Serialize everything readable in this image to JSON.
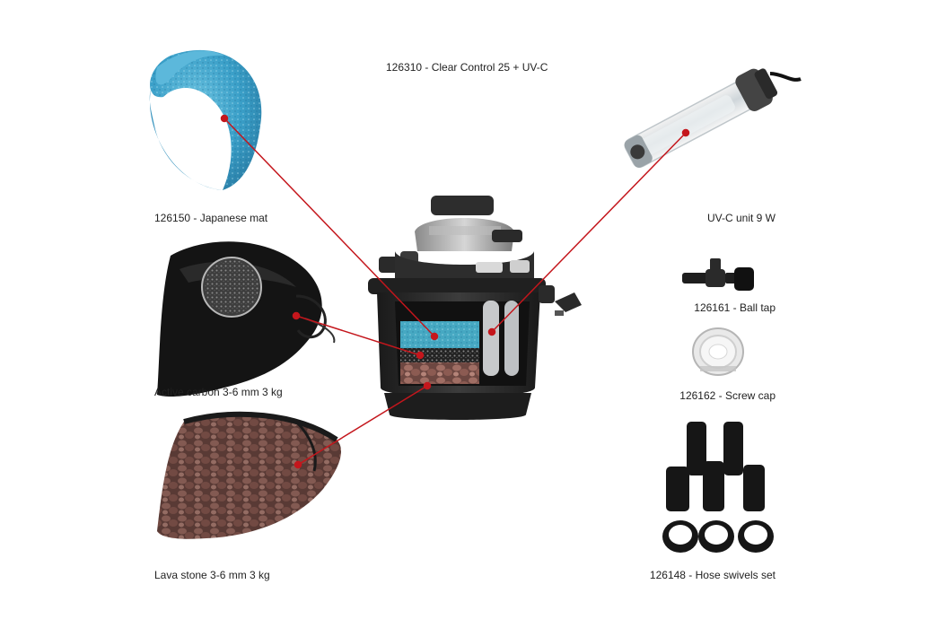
{
  "title": "126310 - Clear Control 25 + UV-C",
  "labels": {
    "japanese_mat": "126150 - Japanese mat",
    "active_carbon": "Active carbon 3-6 mm 3 kg",
    "lava_stone": "Lava stone 3-6 mm 3 kg",
    "uvc_unit": "UV-C unit 9 W",
    "ball_tap": "126161 - Ball tap",
    "screw_cap": "126162 - Screw cap",
    "hose_swivels": "126148 - Hose swivels set"
  },
  "colors": {
    "pointer_line": "#c4161c",
    "filter_body": "#2b2b2b",
    "mat_blue": "#3a9fc8",
    "lava": "#8a5a52",
    "carbon": "#1a1a1a"
  },
  "icons": [
    "japanese-mat-image",
    "active-carbon-bag-image",
    "lava-stone-bag-image",
    "pond-filter-image",
    "uvc-lamp-image",
    "ball-tap-image",
    "screw-cap-image",
    "hose-swivels-image"
  ]
}
